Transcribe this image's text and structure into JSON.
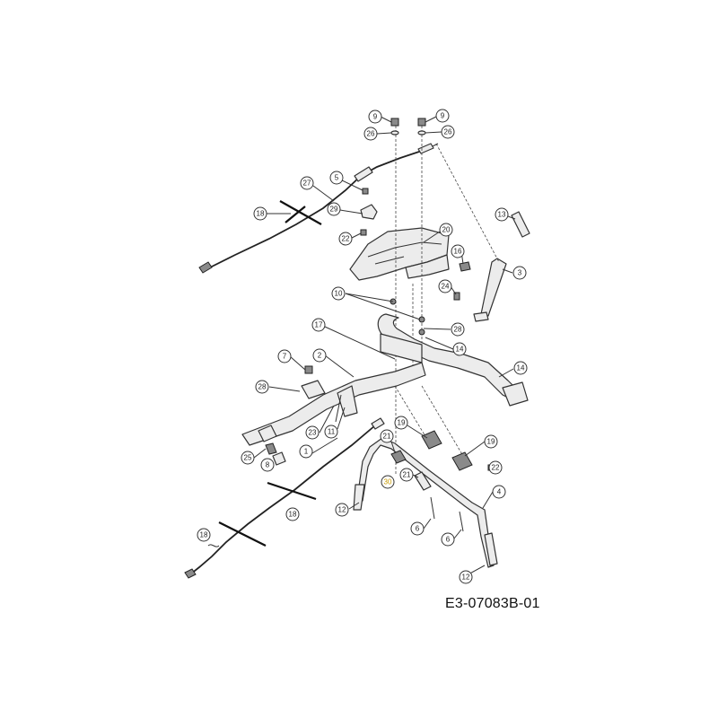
{
  "drawing_code": "E3-07083B-01",
  "callouts": [
    "9",
    "26",
    "9",
    "26",
    "5",
    "27",
    "29",
    "18",
    "22",
    "20",
    "13",
    "16",
    "3",
    "24",
    "10",
    "28",
    "17",
    "14",
    "7",
    "2",
    "14",
    "28",
    "23",
    "11",
    "19",
    "19",
    "21",
    "25",
    "8",
    "1",
    "30",
    "21",
    "22",
    "12",
    "18",
    "6",
    "4",
    "6",
    "18",
    "12"
  ]
}
